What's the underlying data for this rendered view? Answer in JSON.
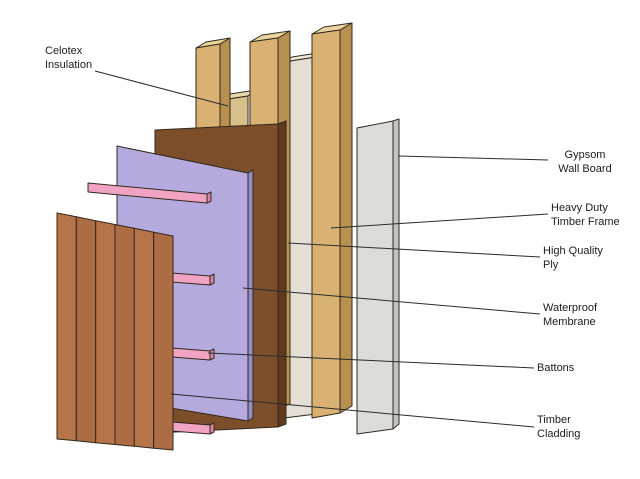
{
  "labels": {
    "celotex": {
      "line1": "Celotex",
      "line2": "Insulation"
    },
    "gypsum": {
      "line1": "Gypsom",
      "line2": "Wall Board"
    },
    "frame": {
      "line1": "Heavy Duty",
      "line2": "Timber Frame"
    },
    "ply": {
      "line1": "High Quality",
      "line2": "Ply"
    },
    "membrane": {
      "line1": "Waterproof",
      "line2": "Membrane"
    },
    "battons": {
      "line1": "Battons"
    },
    "cladding": {
      "line1": "Timber",
      "line2": "Cladding"
    }
  },
  "colors": {
    "background": "#ffffff",
    "leader_line": "#2b2b2b",
    "cladding": "#b5744a",
    "cladding_alt": "#ac6c44",
    "batten": "#f1a3c4",
    "batten_end": "#d687aa",
    "membrane": "#b4aade",
    "membrane_side": "#978cc7",
    "ply": "#7c4e2a",
    "ply_side": "#603a1e",
    "stud_front": "#d9b273",
    "stud_top": "#ecd59c",
    "stud_side": "#b8904f",
    "insulation_panel": "#e4dfd4",
    "insulation_panel_top": "#efe8d6",
    "insulation_small": "#d8c08d",
    "insulation_small_top": "#e9d8ab",
    "gypsum": "#dbdbd9",
    "gypsum_side": "#c3c3c1"
  }
}
